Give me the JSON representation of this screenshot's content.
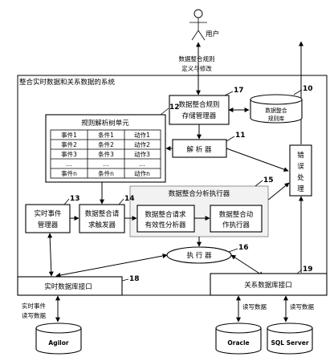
{
  "user": {
    "label": "用户"
  },
  "edit_note": {
    "line1": "数据整合规则",
    "line2": "定义与修改"
  },
  "system": {
    "title": "整合实时数据和关系数据的系统"
  },
  "rule_store": {
    "line1": "数据整合规则",
    "line2": "存储管理器",
    "num": "17"
  },
  "rule_db": {
    "line1": "数据整合",
    "line2": "规则库",
    "num": "10"
  },
  "rule_tree": {
    "title": "规则解析树单元",
    "num": "12",
    "rows": [
      [
        "事件1",
        "条件1",
        "动作1"
      ],
      [
        "事件2",
        "条件2",
        "动作2"
      ],
      [
        "事件3",
        "条件3",
        "动作3"
      ],
      [
        "…",
        "…",
        "…"
      ],
      [
        "事件n",
        "条件n",
        "动作n"
      ]
    ]
  },
  "parser": {
    "label": "解 析 器",
    "num": "11"
  },
  "error": {
    "chars": [
      "错",
      "误",
      "处",
      "理"
    ]
  },
  "analyzer": {
    "title": "数据整合分析执行器",
    "num": "15"
  },
  "event_mgr": {
    "line1": "实时事件",
    "line2": "管理器",
    "num": "13"
  },
  "trigger": {
    "line1": "数据整合请",
    "line2": "求触发器",
    "num": "14"
  },
  "validity": {
    "line1": "数据整合请求",
    "line2": "有效性分析器"
  },
  "action_exec": {
    "line1": "数据整合动",
    "line2": "作执行器"
  },
  "executor": {
    "label": "执 行 器",
    "num": "16"
  },
  "rt_iface": {
    "label": "实时数据库接口",
    "num": "18"
  },
  "rel_iface": {
    "label": "关系数据库接口",
    "num": "19"
  },
  "rt_note": {
    "line1": "实时事件",
    "line2": "读写数据"
  },
  "rw1": {
    "label": "读写数据"
  },
  "rw2": {
    "label": "读写数据"
  },
  "db_agilor": {
    "label": "Agilor"
  },
  "db_oracle": {
    "label": "Oracle"
  },
  "db_sqlserver": {
    "label": "SQL Server"
  }
}
